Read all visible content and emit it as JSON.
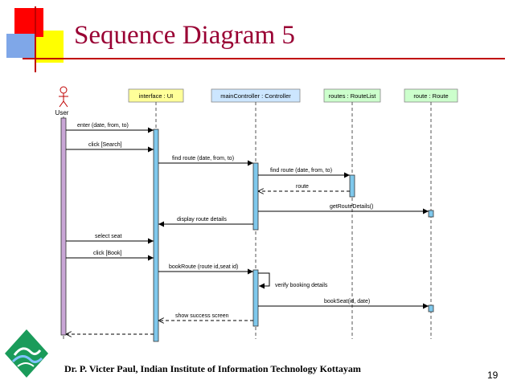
{
  "slide": {
    "title": "Sequence Diagram 5",
    "footer": "Dr. P. Victer Paul, Indian Institute of Information Technology Kottayam",
    "page_number": "19",
    "colors": {
      "title": "#990033",
      "accent_red": "#ff0000",
      "accent_yellow": "#ffff00",
      "accent_blue": "#7fa7e8",
      "rule": "#c00000"
    }
  },
  "diagram": {
    "actor": {
      "label": "User"
    },
    "lifelines": [
      {
        "id": "ui",
        "label": "interface : UI",
        "color": "#ffff99"
      },
      {
        "id": "ctrl",
        "label": "mainController : Controller",
        "color": "#cce6ff"
      },
      {
        "id": "routes",
        "label": "routes : RouteList",
        "color": "#ccffcc"
      },
      {
        "id": "route",
        "label": "route : Route",
        "color": "#ccffcc"
      }
    ],
    "messages": [
      {
        "label": "enter (date, from, to)",
        "from": "user",
        "to": "ui",
        "type": "sync"
      },
      {
        "label": "click [Search]",
        "from": "user",
        "to": "ui",
        "type": "sync"
      },
      {
        "label": "find route (date, from, to)",
        "from": "ui",
        "to": "ctrl",
        "type": "sync"
      },
      {
        "label": "find route (date, from, to)",
        "from": "ctrl",
        "to": "routes",
        "type": "sync"
      },
      {
        "label": "route",
        "from": "routes",
        "to": "ctrl",
        "type": "return"
      },
      {
        "label": "getRouteDetails()",
        "from": "ctrl",
        "to": "route",
        "type": "sync"
      },
      {
        "label": "display route details",
        "from": "ctrl",
        "to": "ui",
        "type": "sync"
      },
      {
        "label": "select seat",
        "from": "user",
        "to": "ui",
        "type": "sync"
      },
      {
        "label": "click [Book]",
        "from": "user",
        "to": "ui",
        "type": "sync"
      },
      {
        "label": "bookRoute (route id,seat id)",
        "from": "ui",
        "to": "ctrl",
        "type": "sync"
      },
      {
        "label": "verify booking details",
        "from": "ctrl",
        "to": "ctrl",
        "type": "self"
      },
      {
        "label": "bookSeat(id, date)",
        "from": "ctrl",
        "to": "route",
        "type": "sync"
      },
      {
        "label": "show success screen",
        "from": "ctrl",
        "to": "ui",
        "type": "return"
      },
      {
        "label": "",
        "from": "ui",
        "to": "user",
        "type": "return"
      }
    ]
  }
}
